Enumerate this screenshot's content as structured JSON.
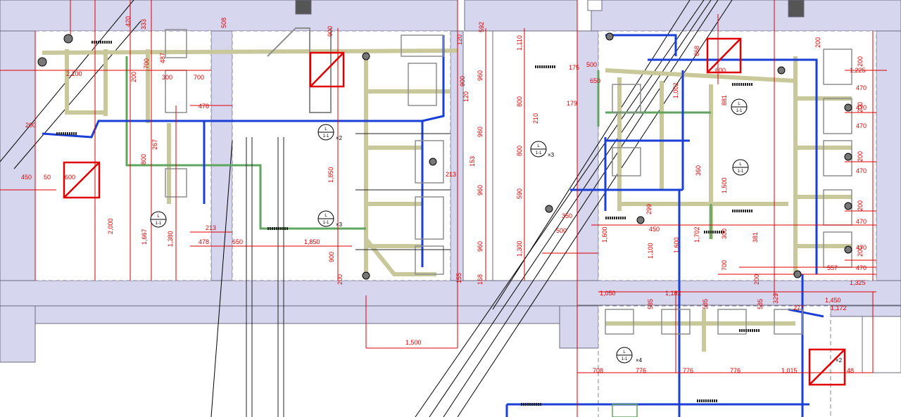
{
  "colors": {
    "background": "#ffffff",
    "wall": "#d6d6ef",
    "wall_line": "#6b6b7e",
    "dimension": "#e00000",
    "duct_yellow": "#c8c89a",
    "duct_green": "#5fa55f",
    "pipe_blue": "#1a3fd6",
    "equipment": "#8d8d8d",
    "leader": "#000000"
  },
  "dimensions": {
    "d_420": "420",
    "d_333": "333",
    "d_508": "508",
    "d_900_a": "900",
    "d_592": "592",
    "d_1110": "1,110",
    "d_120_a": "120",
    "d_960_a": "960",
    "d_120_b": "120",
    "d_900_b": "900",
    "d_960_b": "960",
    "d_800_a": "800",
    "d_2100": "2,100",
    "d_487": "487",
    "d_700_a": "700",
    "d_300_a": "300",
    "d_700_b": "700",
    "d_1850_a": "1,850",
    "d_960_c": "960",
    "d_960_d": "960",
    "d_200_a": "200",
    "d_450_a": "450",
    "d_50": "50",
    "d_600": "600",
    "d_2000": "2,000",
    "d_1667": "1,667",
    "d_1380": "1,380",
    "d_213_a": "213",
    "d_478_a": "478",
    "d_478_b": "478",
    "d_650": "650",
    "d_1850_b": "1,850",
    "d_900_c": "900",
    "d_200_b": "200",
    "d_155": "155",
    "d_168": "168",
    "d_1500": "1,500",
    "d_200_c": "200",
    "d_267": "267",
    "d_800_b": "800",
    "d_213_b": "213",
    "d_153": "153",
    "d_800_c": "800",
    "d_210": "210",
    "d_179": "179",
    "d_175": "175",
    "d_500_a": "500",
    "d_650_b": "650",
    "d_590": "590",
    "d_1300": "1,300",
    "d_350": "350",
    "d_500_b": "500",
    "d_1600": "1,600",
    "d_1100": "1,100",
    "d_450_b": "450",
    "d_299": "299",
    "d_1600_b": "1,600",
    "d_1702": "1,702",
    "d_300_b": "300",
    "d_700_c": "700",
    "d_1500_b": "1,500",
    "d_360": "360",
    "d_881": "881",
    "d_381": "381",
    "d_868": "868",
    "d_1002": "1,002",
    "d_600_b": "600",
    "d_200_d": "200",
    "d_1225": "1,225",
    "d_470_1": "470",
    "d_470_2": "470",
    "d_470_3": "470",
    "d_470_4": "470",
    "d_470_5": "470",
    "d_470_6": "470",
    "d_470_7": "470",
    "d_200_e": "200",
    "d_200_f": "200",
    "d_200_g": "200",
    "d_200_h": "200",
    "d_200_i": "200",
    "d_557": "557",
    "d_1325": "1,325",
    "d_1050": "1,050",
    "d_1182": "1,182",
    "d_585_a": "585",
    "d_585_b": "585",
    "d_585_c": "585",
    "d_329": "329",
    "d_1450": "1,450",
    "d_1172": "1,172",
    "d_277": "277",
    "d_708": "708",
    "d_776_a": "776",
    "d_776_b": "776",
    "d_776_c": "776",
    "d_1015": "1,015",
    "d_48": "48",
    "d_200_j": "200"
  },
  "section_marks": {
    "top": "L",
    "bottom": "1-1",
    "count_2": "×2",
    "count_3": "×3",
    "count_4": "×4"
  }
}
